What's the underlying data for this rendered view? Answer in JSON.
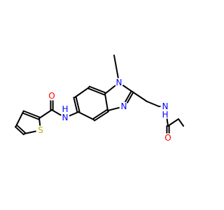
{
  "molecule": {
    "colors": {
      "bond": "#000000",
      "O": "#ff0000",
      "N": "#0000ff",
      "S": "#b2b200",
      "H": "#0000ff",
      "C": "#000000",
      "background": "#ffffff"
    },
    "atoms": [
      {
        "id": "a1",
        "element": "C"
      },
      {
        "id": "a2",
        "element": "N",
        "label": "N"
      },
      {
        "id": "a3",
        "element": "C"
      },
      {
        "id": "a4",
        "element": "C"
      },
      {
        "id": "a5",
        "element": "C"
      },
      {
        "id": "a6",
        "element": "C"
      },
      {
        "id": "a7",
        "element": "C"
      },
      {
        "id": "a8",
        "element": "C"
      },
      {
        "id": "a9",
        "element": "C"
      },
      {
        "id": "a10",
        "element": "N",
        "label": "N"
      },
      {
        "id": "a11",
        "element": "C"
      },
      {
        "id": "a12",
        "element": "C"
      },
      {
        "id": "a13",
        "element": "C"
      },
      {
        "id": "a14",
        "element": "N",
        "label": "N",
        "hydrogen": "H",
        "h_side": "top"
      },
      {
        "id": "a15",
        "element": "C"
      },
      {
        "id": "a16",
        "element": "O",
        "label": "O"
      },
      {
        "id": "a17",
        "element": "C"
      },
      {
        "id": "a18",
        "element": "C"
      },
      {
        "id": "a19",
        "element": "N",
        "label": "N",
        "hydrogen": "H",
        "h_side": "bottom"
      },
      {
        "id": "a20",
        "element": "C"
      },
      {
        "id": "a21",
        "element": "O",
        "label": "O"
      },
      {
        "id": "a22",
        "element": "C"
      },
      {
        "id": "a23",
        "element": "C"
      },
      {
        "id": "a24",
        "element": "C"
      },
      {
        "id": "a25",
        "element": "C"
      },
      {
        "id": "a26",
        "element": "S",
        "label": "S"
      }
    ],
    "bonds": [
      {
        "from": "a1",
        "to": "a2",
        "order": 1
      },
      {
        "from": "a2",
        "to": "a3",
        "order": 1
      },
      {
        "from": "a3",
        "to": "a4",
        "order": 2
      },
      {
        "from": "a4",
        "to": "a5",
        "order": 1
      },
      {
        "from": "a5",
        "to": "a6",
        "order": 2
      },
      {
        "from": "a6",
        "to": "a7",
        "order": 1
      },
      {
        "from": "a7",
        "to": "a8",
        "order": 2
      },
      {
        "from": "a8",
        "to": "a3",
        "order": 1
      },
      {
        "from": "a2",
        "to": "a9",
        "order": 1
      },
      {
        "from": "a9",
        "to": "a10",
        "order": 2
      },
      {
        "from": "a10",
        "to": "a8",
        "order": 1
      },
      {
        "from": "a9",
        "to": "a11",
        "order": 1
      },
      {
        "from": "a11",
        "to": "a12",
        "order": 1
      },
      {
        "from": "a12",
        "to": "a19",
        "order": 1
      },
      {
        "from": "a19",
        "to": "a20",
        "order": 1
      },
      {
        "from": "a20",
        "to": "a21",
        "order": 2
      },
      {
        "from": "a20",
        "to": "a22",
        "order": 1
      },
      {
        "from": "a22",
        "to": "a13",
        "order": 1
      },
      {
        "from": "a6",
        "to": "a14",
        "order": 1
      },
      {
        "from": "a14",
        "to": "a15",
        "order": 1
      },
      {
        "from": "a15",
        "to": "a16",
        "order": 2
      },
      {
        "from": "a15",
        "to": "a17",
        "order": 1
      },
      {
        "from": "a17",
        "to": "a18",
        "order": 2
      },
      {
        "from": "a18",
        "to": "a23",
        "order": 1
      },
      {
        "from": "a23",
        "to": "a24",
        "order": 2
      },
      {
        "from": "a24",
        "to": "a26",
        "order": 1
      },
      {
        "from": "a26",
        "to": "a17",
        "order": 1
      }
    ]
  }
}
